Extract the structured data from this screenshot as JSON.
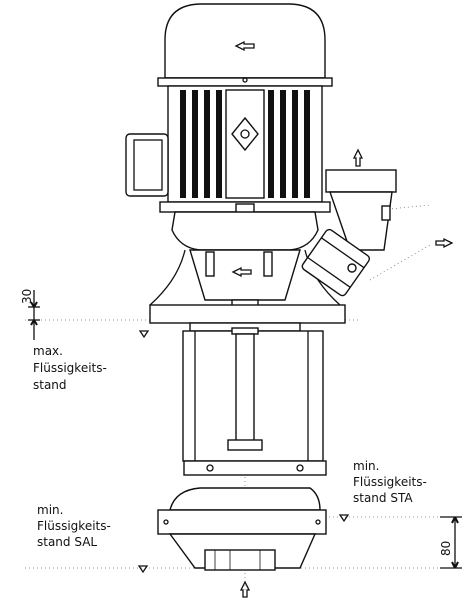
{
  "labels": {
    "max_level": [
      "max.",
      "Flüssigkeits-",
      "stand"
    ],
    "min_level_sta": [
      "min.",
      "Flüssigkeits-",
      "stand STA"
    ],
    "min_level_sal": [
      "min.",
      "Flüssigkeits-",
      "stand SAL"
    ]
  },
  "dimensions": {
    "top_offset": "30",
    "bottom_offset": "80"
  },
  "icons": {
    "flow_arrow": "arrow-icon",
    "level_marker": "triangle-down-icon"
  }
}
